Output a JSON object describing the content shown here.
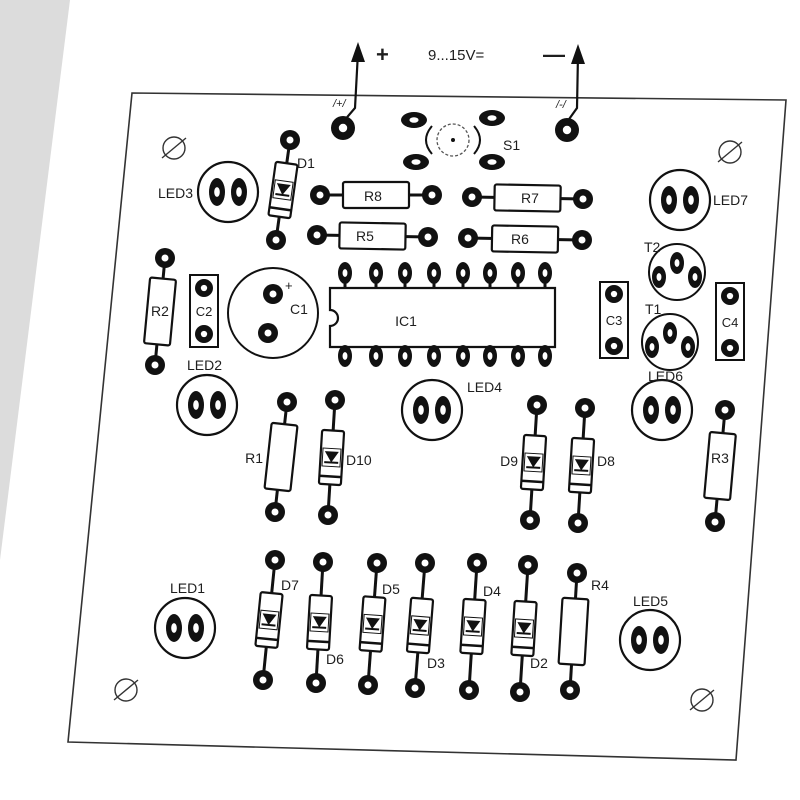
{
  "power": {
    "plus_sign": "+",
    "voltage": "9...15V=",
    "minus_sign": "—",
    "pos_terminal": "/+/",
    "neg_terminal": "/-/"
  },
  "components": {
    "s1": "S1",
    "d1": "D1",
    "led3": "LED3",
    "r8": "R8",
    "r7": "R7",
    "r5": "R5",
    "r6": "R6",
    "led7": "LED7",
    "t2": "T2",
    "c1": "C1",
    "c1_polarity": "+",
    "ic1": "IC1",
    "r2": "R2",
    "c2": "C2",
    "c3": "C3",
    "t1": "T1",
    "c4": "C4",
    "led2": "LED2",
    "led4": "LED4",
    "led6": "LED6",
    "r1": "R1",
    "d10": "D10",
    "d9": "D9",
    "d8": "D8",
    "r3": "R3",
    "led1": "LED1",
    "d7": "D7",
    "d6": "D6",
    "d5": "D5",
    "d4": "D4",
    "r4": "R4",
    "led5": "LED5",
    "d3": "D3",
    "d2": "D2"
  },
  "colors": {
    "ink": "#111111",
    "paper": "#ffffff",
    "margin": "#d9d9d9"
  }
}
